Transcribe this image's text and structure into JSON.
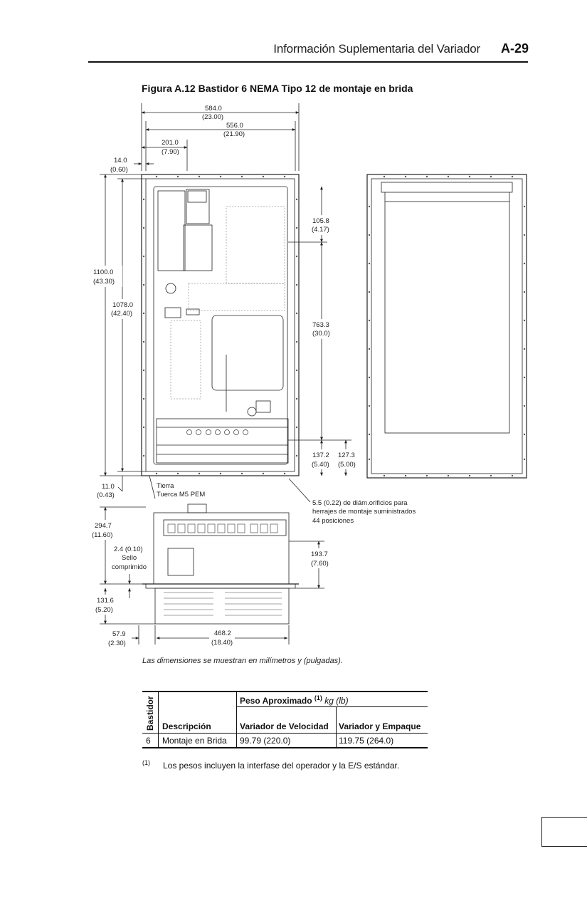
{
  "header": {
    "title": "Información Suplementaria del Variador",
    "page": "A-29"
  },
  "figure": {
    "title": "Figura A.12   Bastidor 6 NEMA Tipo 12 de montaje en brida",
    "dims": {
      "w584": [
        "584.0",
        "(23.00)"
      ],
      "w556": [
        "556.0",
        "(21.90)"
      ],
      "w201": [
        "201.0",
        "(7.90)"
      ],
      "w14": [
        "14.0",
        "(0.60)"
      ],
      "h1100": [
        "1100.0",
        "(43.30)"
      ],
      "h1078": [
        "1078.0",
        "(42.40)"
      ],
      "h105": [
        "105.8",
        "(4.17)"
      ],
      "h763": [
        "763.3",
        "(30.0)"
      ],
      "h137": [
        "137.2",
        "(5.40)"
      ],
      "h127": [
        "127.3",
        "(5.00)"
      ],
      "h11": [
        "11.0",
        "(0.43)"
      ],
      "d294": [
        "294.7",
        "(11.60)"
      ],
      "d24": [
        "2.4 (0.10)",
        "Sello",
        "comprimido"
      ],
      "d193": [
        "193.7",
        "(7.60)"
      ],
      "d131": [
        "131.6",
        "(5.20)"
      ],
      "d57": [
        "57.9",
        "(2.30)"
      ],
      "d468": [
        "468.2",
        "(18.40)"
      ]
    },
    "callouts": {
      "ground": [
        "Tierra",
        "Tuerca M5 PEM"
      ],
      "holes": [
        "5.5 (0.22) de diám.orificios para",
        "herrajes de montaje suministrados",
        "44 posiciones"
      ]
    },
    "caption": "Las dimensiones se muestran en milímetros y (pulgadas)."
  },
  "table": {
    "col_frame": "Bastidor",
    "col_description": "Descripción",
    "weight_header": "Peso Aproximado",
    "weight_footnote_ref": "(1)",
    "weight_units": "kg (lb)",
    "col_drive": "Variador de Velocidad",
    "col_package": "Variador y Empaque",
    "rows": [
      {
        "frame": "6",
        "description": "Montaje en Brida",
        "drive": "99.79 (220.0)",
        "package": "119.75 (264.0)"
      }
    ]
  },
  "footnote": {
    "mark": "(1)",
    "text": "Los pesos incluyen la interfase del operador y la E/S estándar."
  }
}
